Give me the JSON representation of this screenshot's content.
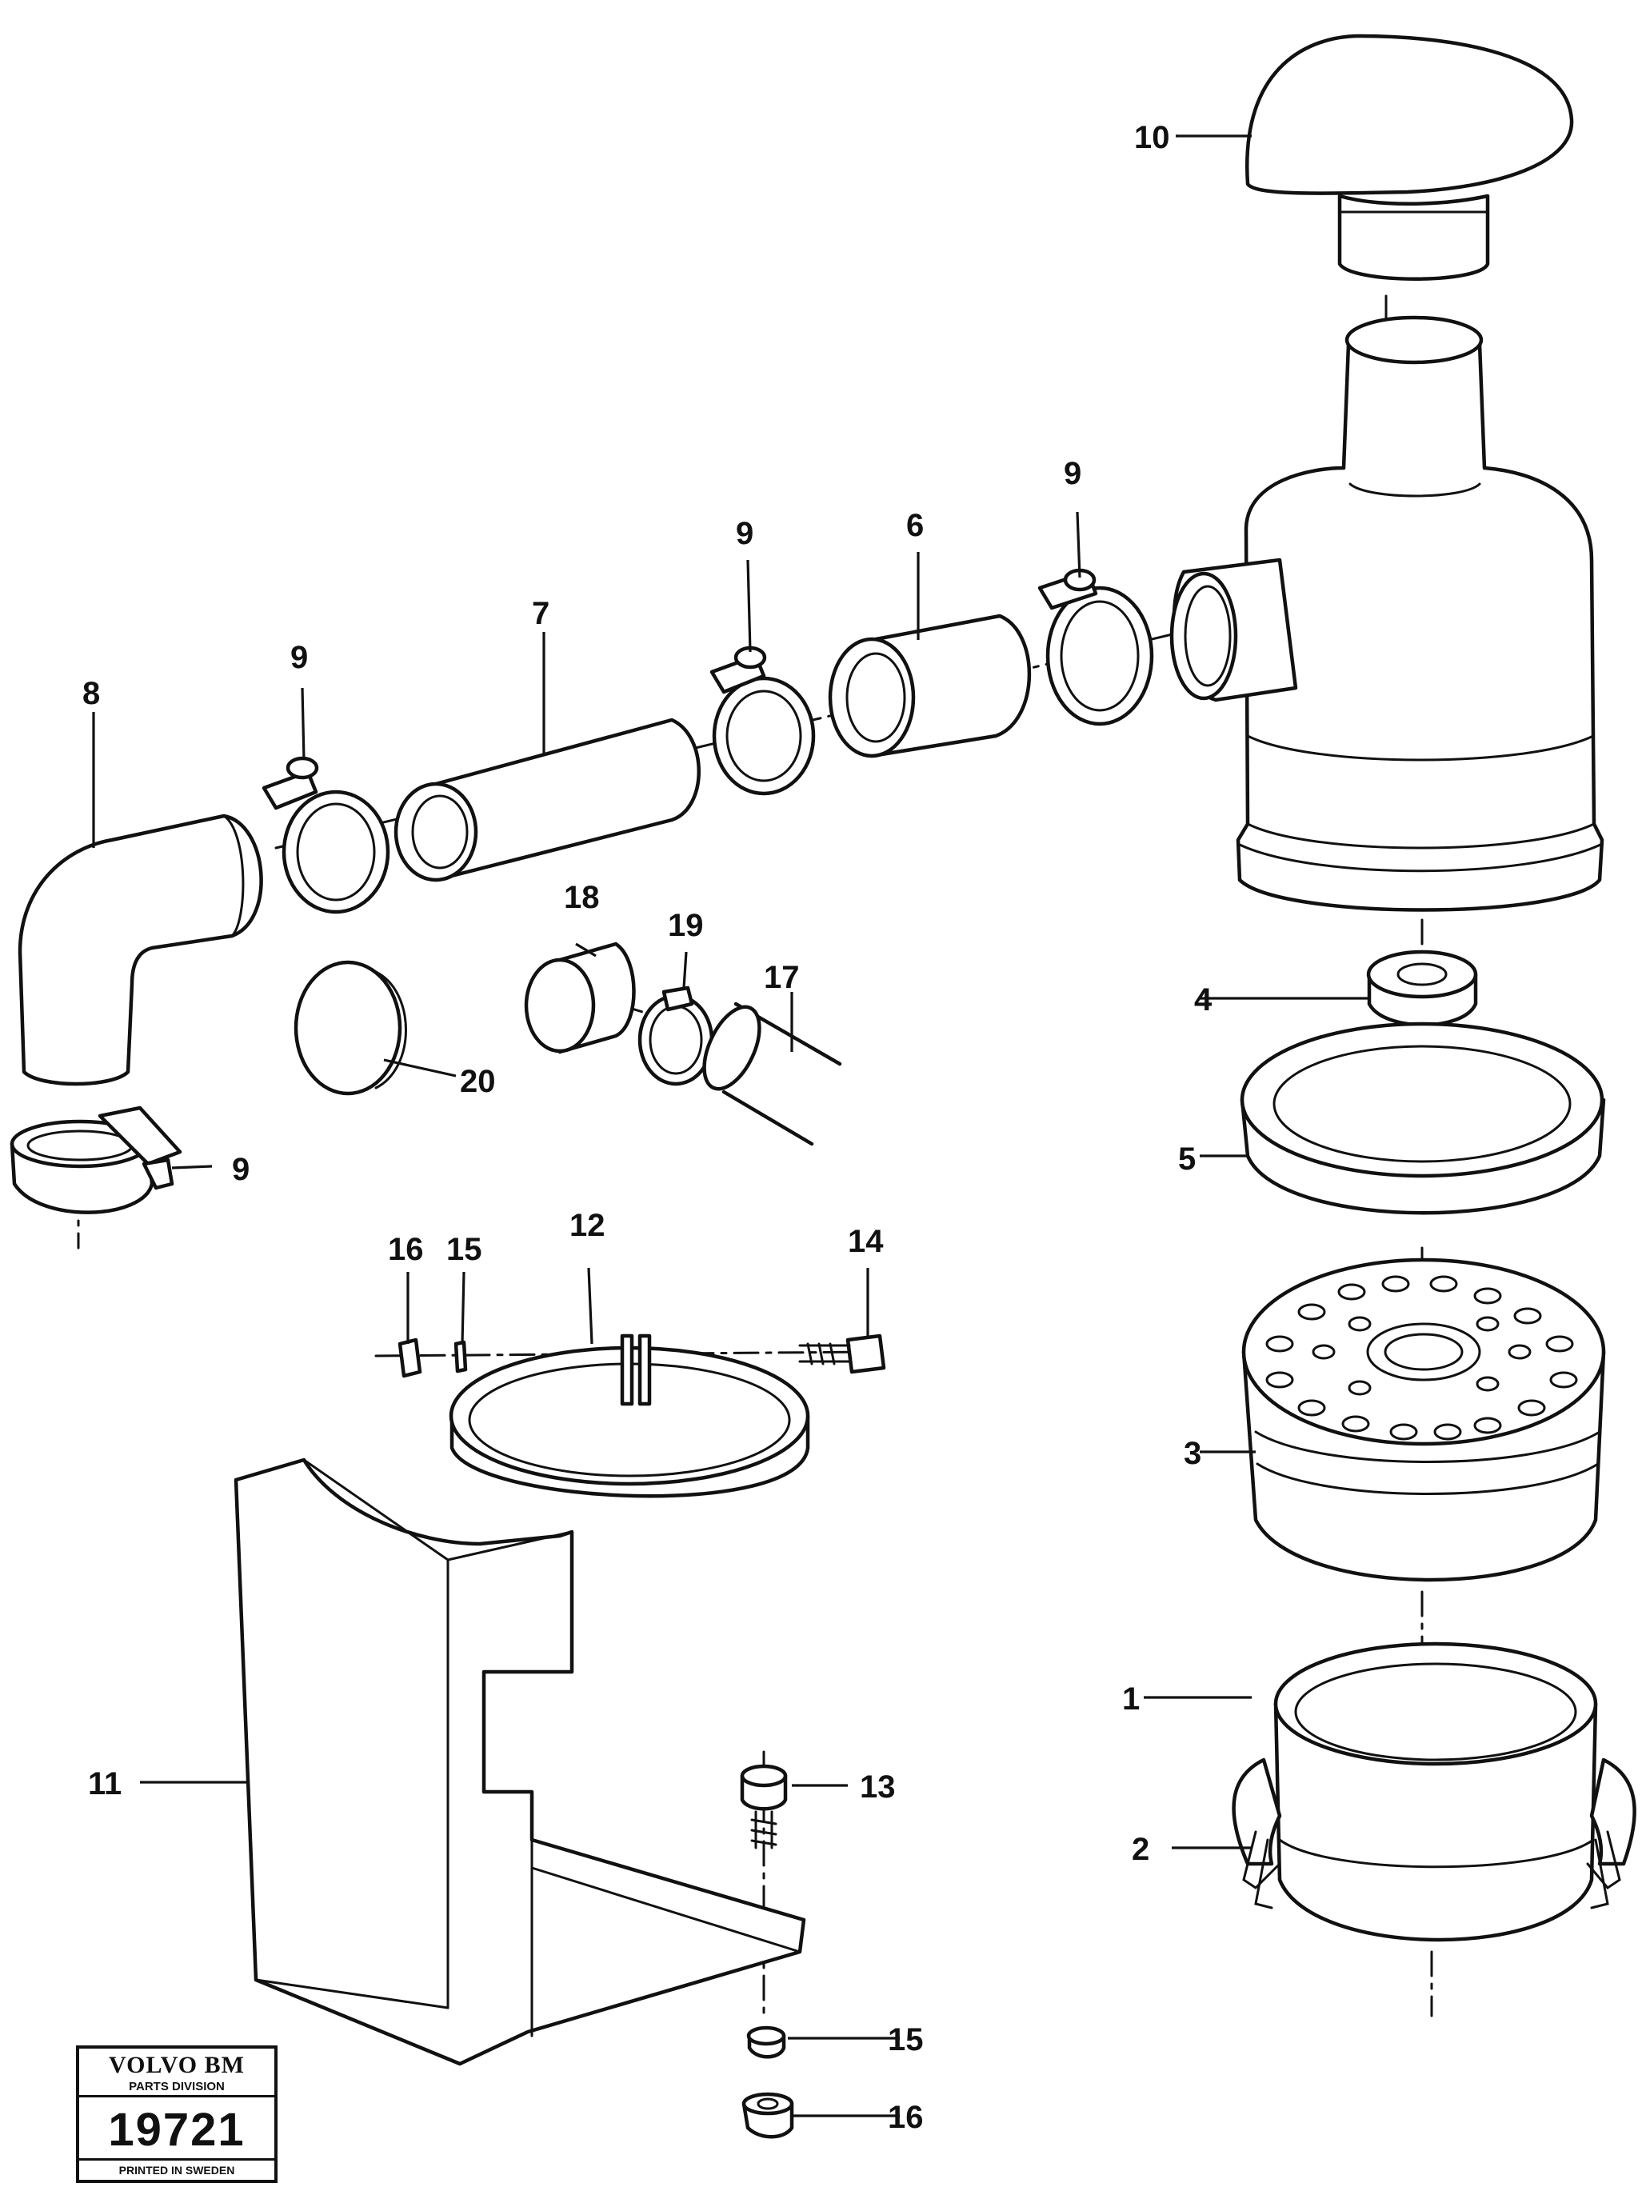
{
  "callouts": {
    "c1": "1",
    "c2": "2",
    "c3": "3",
    "c4": "4",
    "c5": "5",
    "c6": "6",
    "c7": "7",
    "c8": "8",
    "c9a": "9",
    "c9b": "9",
    "c9c": "9",
    "c9d": "9",
    "c10": "10",
    "c11": "11",
    "c12": "12",
    "c13": "13",
    "c14": "14",
    "c15a": "15",
    "c15b": "15",
    "c16a": "16",
    "c16b": "16",
    "c17": "17",
    "c18": "18",
    "c19": "19",
    "c20": "20"
  },
  "stamp": {
    "brand": "VOLVO BM",
    "division": "PARTS DIVISION",
    "number": "19721",
    "printed": "PRINTED IN SWEDEN"
  }
}
